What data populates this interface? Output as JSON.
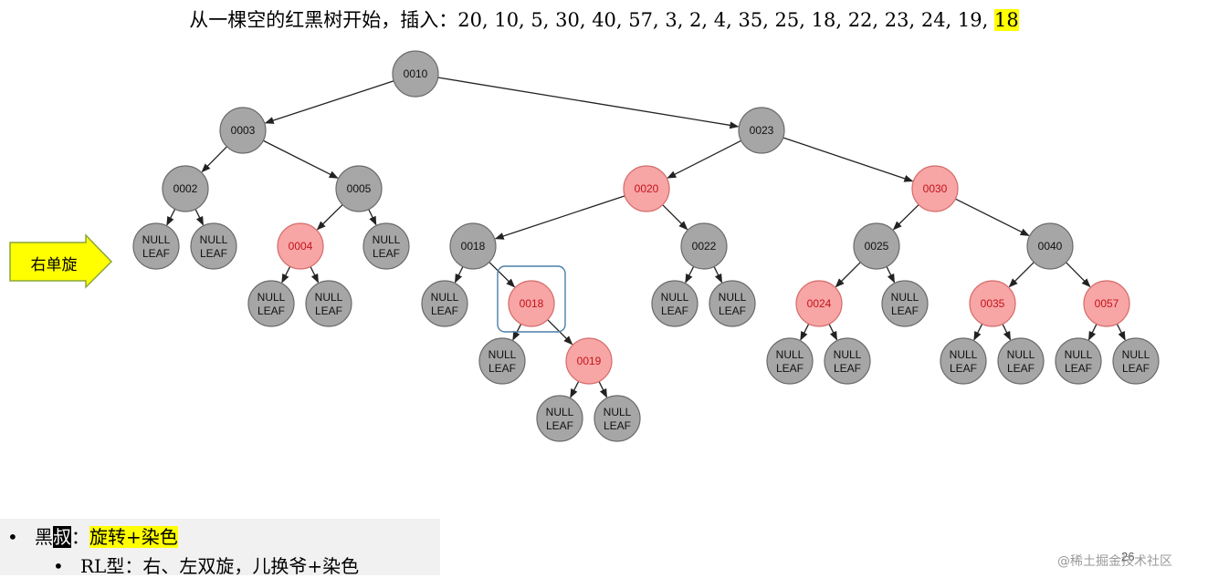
{
  "title": {
    "prefix": "从一棵空的红黑树开始，插入：20, 10, 5, 30, 40, 57, 3, 2, 4, 35, 25, 18, 22, 23, 24, 19, ",
    "highlight": "18"
  },
  "arrow_label": "右单旋",
  "colors": {
    "black_node": "#a6a6a6",
    "red_node": "#f7a5a5",
    "red_text": "#c4141b",
    "highlight": "#ffff00",
    "arrow_fill": "#ffff00"
  },
  "tree": {
    "leaf_label_line1": "NULL",
    "leaf_label_line2": "LEAF",
    "highlighted_node": "0018",
    "nodes": [
      {
        "key": "0010",
        "color": "black",
        "parent": null
      },
      {
        "key": "0003",
        "color": "black",
        "parent": "0010"
      },
      {
        "key": "0023",
        "color": "black",
        "parent": "0010"
      },
      {
        "key": "0002",
        "color": "black",
        "parent": "0003"
      },
      {
        "key": "0005",
        "color": "black",
        "parent": "0003"
      },
      {
        "key": "0004",
        "color": "red",
        "parent": "0005"
      },
      {
        "key": "0020",
        "color": "red",
        "parent": "0023"
      },
      {
        "key": "0030",
        "color": "red",
        "parent": "0023"
      },
      {
        "key": "0018",
        "color": "black",
        "parent": "0020"
      },
      {
        "key": "0022",
        "color": "black",
        "parent": "0020"
      },
      {
        "key": "0018",
        "color": "red",
        "parent": "0018"
      },
      {
        "key": "0019",
        "color": "red",
        "parent": "0018"
      },
      {
        "key": "0025",
        "color": "black",
        "parent": "0030"
      },
      {
        "key": "0040",
        "color": "black",
        "parent": "0030"
      },
      {
        "key": "0024",
        "color": "red",
        "parent": "0025"
      },
      {
        "key": "0035",
        "color": "red",
        "parent": "0040"
      },
      {
        "key": "0057",
        "color": "red",
        "parent": "0040"
      }
    ]
  },
  "notes": {
    "line1_char1": "黑",
    "line1_char2": "叔",
    "line1_colon": "：",
    "line1_highlight": "旋转+染色",
    "line2": "RL型：右、左双旋，儿换爷+染色"
  },
  "page_number": "26",
  "footer_watermark": "@稀土掘金技术社区"
}
